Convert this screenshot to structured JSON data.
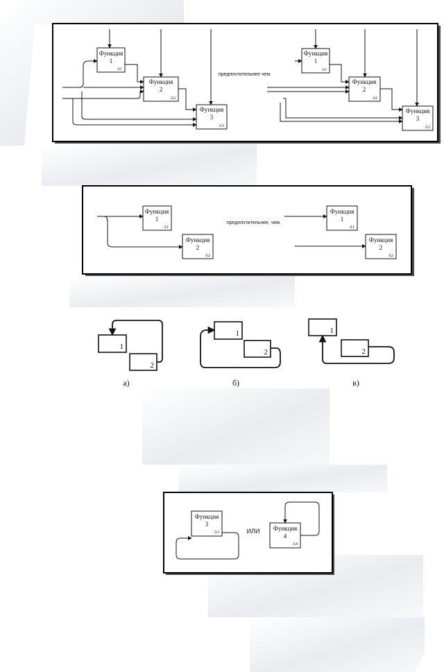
{
  "function_word": "Функция",
  "preferable_comma": "предпочтительнее, чем",
  "preferable_no_comma": "предпочтительнее чем",
  "or_word": "ИЛИ",
  "nums": {
    "n1": "1",
    "n2": "2",
    "n3": "3",
    "n4": "4"
  },
  "codes": {
    "a1": "A1",
    "a2": "A2",
    "a3": "A3",
    "a4": "A4"
  },
  "sub_labels": {
    "a": "а)",
    "b": "б)",
    "c": "в)"
  }
}
